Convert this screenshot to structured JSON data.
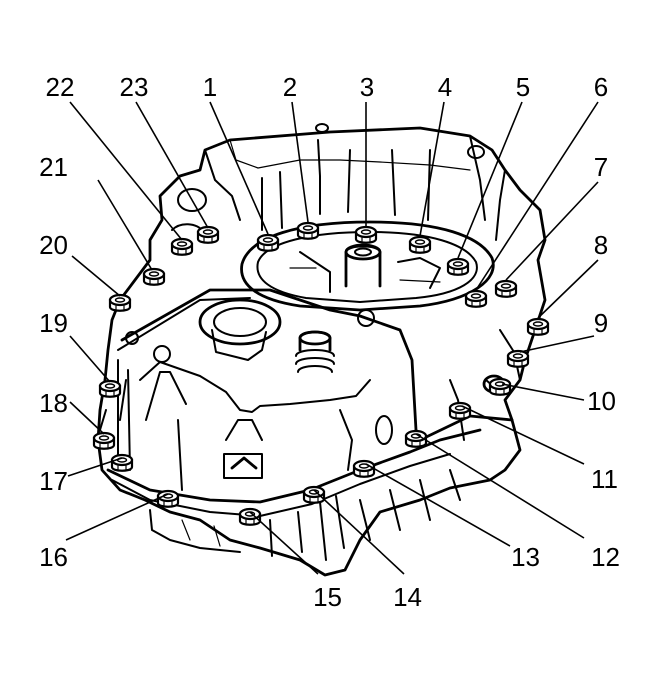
{
  "figure": {
    "subject": "transmission case bolt tightening sequence",
    "ink_color": "#000000",
    "background_color": "#ffffff"
  },
  "callouts": [
    {
      "id": "1",
      "text": "1"
    },
    {
      "id": "2",
      "text": "2"
    },
    {
      "id": "3",
      "text": "3"
    },
    {
      "id": "4",
      "text": "4"
    },
    {
      "id": "5",
      "text": "5"
    },
    {
      "id": "6",
      "text": "6"
    },
    {
      "id": "7",
      "text": "7"
    },
    {
      "id": "8",
      "text": "8"
    },
    {
      "id": "9",
      "text": "9"
    },
    {
      "id": "10",
      "text": "10"
    },
    {
      "id": "11",
      "text": "11"
    },
    {
      "id": "12",
      "text": "12"
    },
    {
      "id": "13",
      "text": "13"
    },
    {
      "id": "14",
      "text": "14"
    },
    {
      "id": "15",
      "text": "15"
    },
    {
      "id": "16",
      "text": "16"
    },
    {
      "id": "17",
      "text": "17"
    },
    {
      "id": "18",
      "text": "18"
    },
    {
      "id": "19",
      "text": "19"
    },
    {
      "id": "20",
      "text": "20"
    },
    {
      "id": "21",
      "text": "21"
    },
    {
      "id": "22",
      "text": "22"
    },
    {
      "id": "23",
      "text": "23"
    }
  ]
}
